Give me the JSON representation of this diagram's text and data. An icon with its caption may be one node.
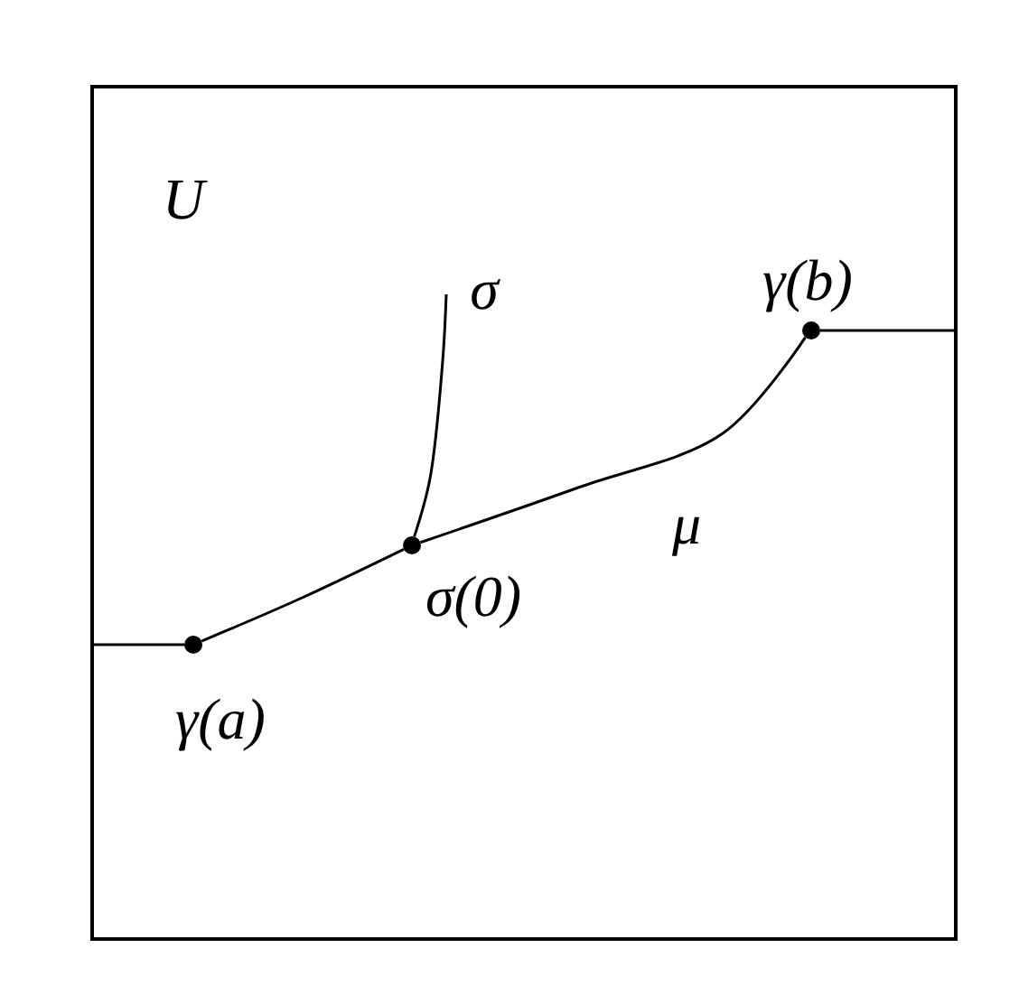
{
  "diagram": {
    "nodes": [
      {
        "text": [
          "U"
        ]
      },
      {
        "text": [],
        "shape": "circle",
        "beside": [
          "*γ*(*a*)"
        ],
        "in": 0
      },
      {
        "text": [],
        "shape": "circle",
        "beside": [
          "*σ*(0)"
        ],
        "in": 0
      },
      {
        "text": [],
        "shape": "circle",
        "beside": [
          "*γ*(*b*)"
        ],
        "in": 0
      }
    ],
    "edges": [
      {
        "from": null,
        "to": 1,
        "arrow": "none"
      },
      {
        "from": 1,
        "to": 2,
        "arrow": "none"
      },
      {
        "from": 2,
        "to": 3,
        "arrow": "none",
        "label": "μ"
      },
      {
        "from": 3,
        "to": null,
        "arrow": "none"
      },
      {
        "from": 2,
        "to": null,
        "arrow": "none",
        "label": "σ"
      }
    ]
  }
}
